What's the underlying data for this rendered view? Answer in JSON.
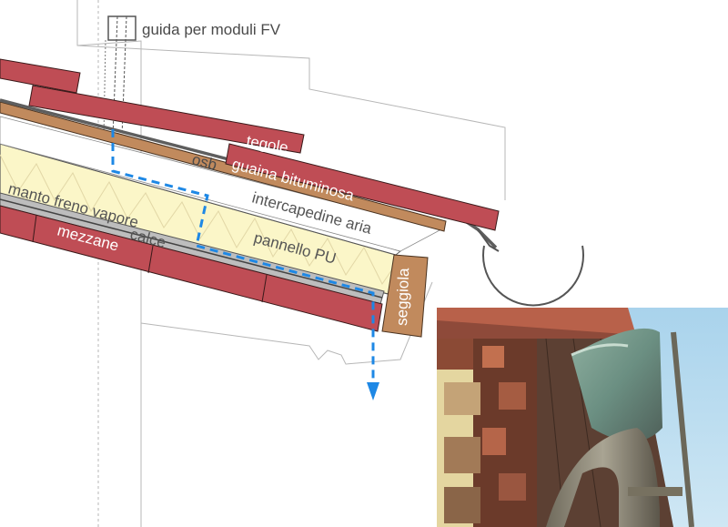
{
  "labels": {
    "guida": "guida per moduli FV",
    "tegole": "tegole",
    "osb": "osb",
    "guaina": "guaina bituminosa",
    "intercapedine": "intercapedine aria",
    "manto": "manto freno vapore",
    "calce": "calce",
    "pannello": "pannello PU",
    "mezzane": "mezzane",
    "seggiola": "seggiola"
  },
  "colors": {
    "tile": "#bf4d55",
    "tile_stroke": "#3a1a1a",
    "osb": "#c18a5d",
    "membrane": "#5e5e5e",
    "insulation": "#fbf6c8",
    "insulation_hatch": "#e2d7a6",
    "mortar": "#bdbdbd",
    "airflow": "#1e88e5",
    "gutter": "#555555",
    "outline": "#b7b7b7"
  },
  "photo": {
    "subject": "eaves-detail-photo"
  }
}
